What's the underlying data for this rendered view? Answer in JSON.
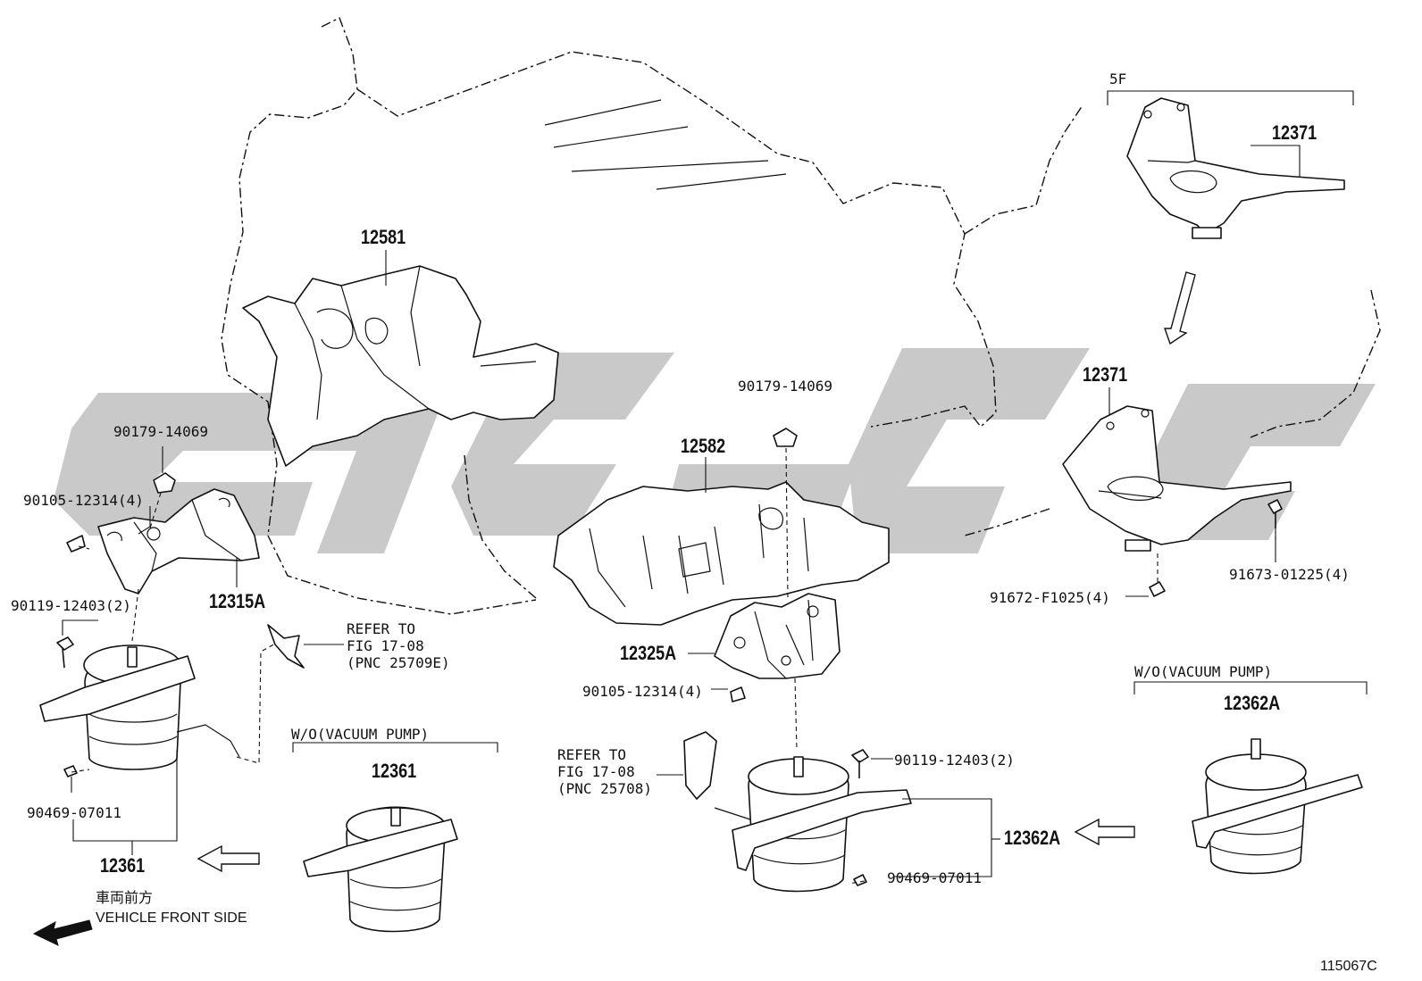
{
  "parts": {
    "p12581": "12581",
    "p12582": "12582",
    "p12371_top": "12371",
    "p12371_mid": "12371",
    "p12315A": "12315A",
    "p12325A": "12325A",
    "p12361_left": "12361",
    "p12361_box": "12361",
    "p12362A_box": "12362A",
    "p12362A_right": "12362A"
  },
  "fasteners": {
    "f90179_left": "90179-14069",
    "f90179_center": "90179-14069",
    "f90105_left": "90105-12314(4)",
    "f90105_center": "90105-12314(4)",
    "f90119_left": "90119-12403(2)",
    "f90119_right": "90119-12403(2)",
    "f90469_left": "90469-07011",
    "f90469_right": "90469-07011",
    "f91672": "91672-F1025(4)",
    "f91673": "91673-01225(4)"
  },
  "notes": {
    "refer1_line1": "REFER TO",
    "refer1_line2": "FIG 17-08",
    "refer1_line3": "(PNC 25709E)",
    "refer2_line1": "REFER TO",
    "refer2_line2": "FIG 17-08",
    "refer2_line3": "(PNC 25708)",
    "wo_vacuum_center": "W/O(VACUUM PUMP)",
    "wo_vacuum_right": "W/O(VACUUM PUMP)",
    "variant_5f": "5F"
  },
  "front": {
    "japanese": "車両前方",
    "english": "VEHICLE FRONT SIDE"
  },
  "diagram_id": "115067C",
  "colors": {
    "ink": "#111111",
    "watermark": "#c9c9c9",
    "background": "#ffffff"
  }
}
